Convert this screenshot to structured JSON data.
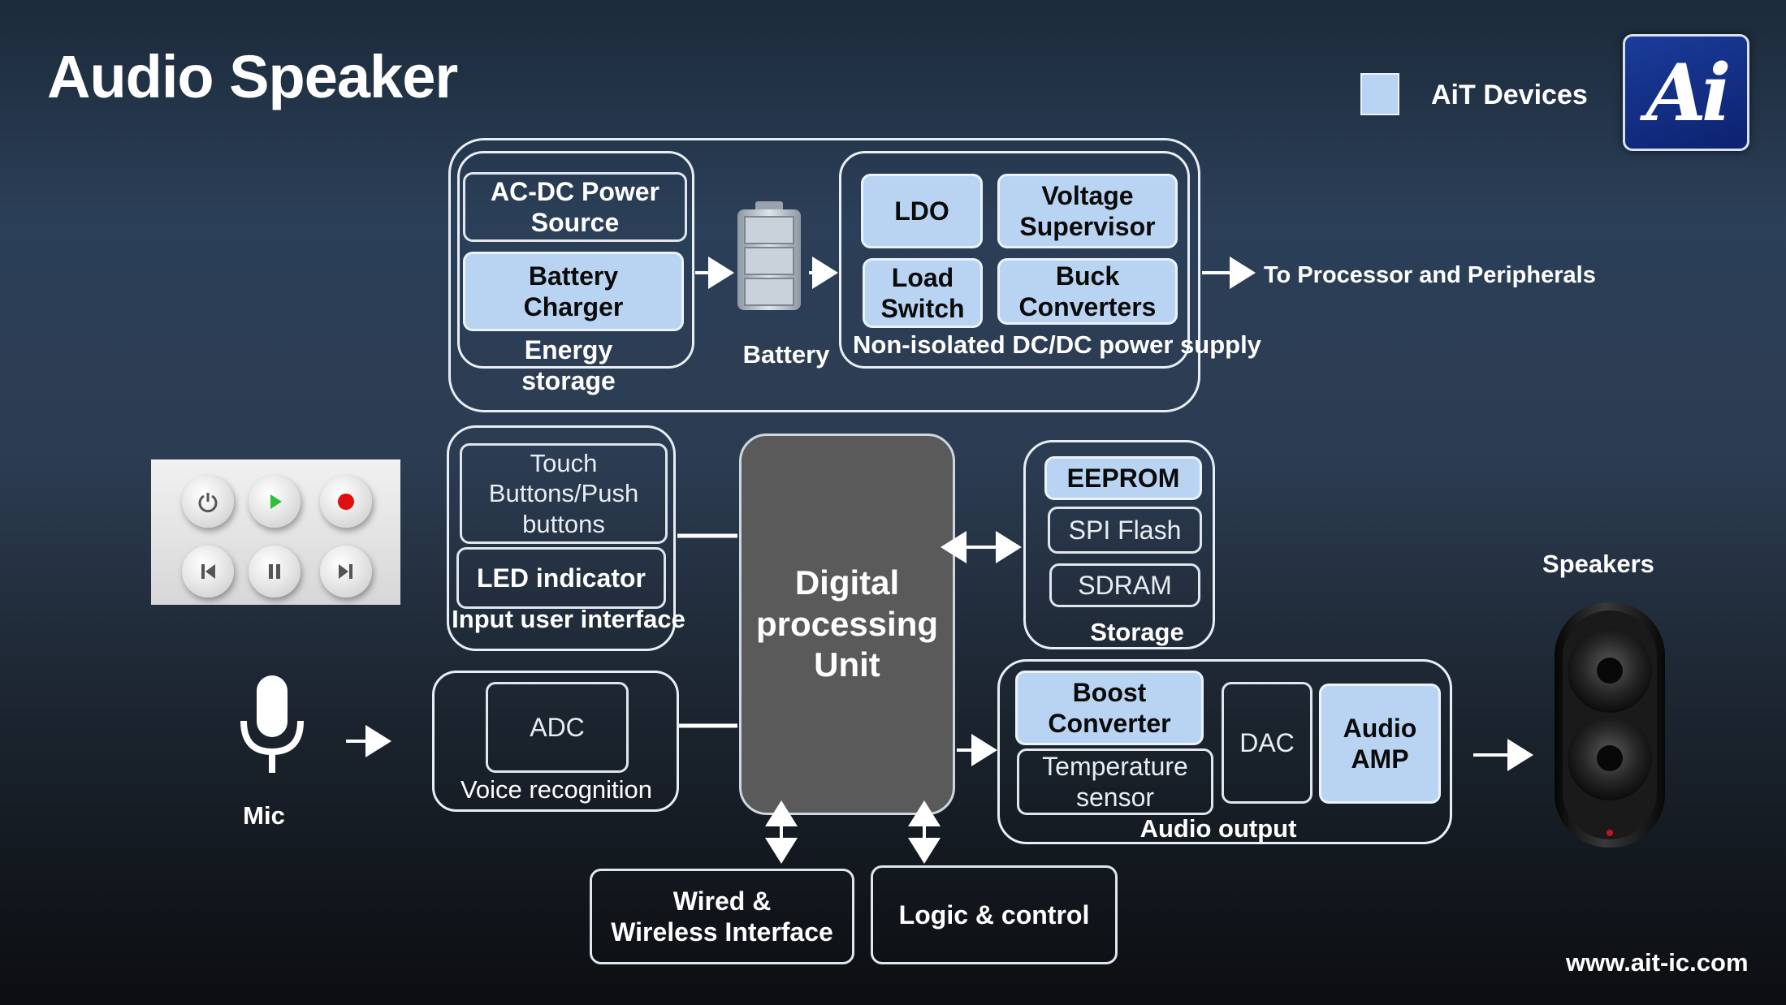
{
  "title": "Audio Speaker",
  "legend": {
    "label": "AiT Devices",
    "color": "#b8d4f2"
  },
  "logo": {
    "text": "Ai"
  },
  "power": {
    "energy_storage": {
      "label": "Energy\nstorage",
      "ac_dc": "AC-DC Power\nSource",
      "charger": "Battery\nCharger"
    },
    "battery_label": "Battery",
    "dcdc": {
      "label": "Non-isolated DC/DC power supply",
      "ldo": "LDO",
      "voltage_supervisor": "Voltage\nSupervisor",
      "load_switch": "Load\nSwitch",
      "buck": "Buck\nConverters"
    },
    "output_label": "To Processor and Peripherals"
  },
  "input_ui": {
    "label": "Input user interface",
    "touch": "Touch\nButtons/Push\nbuttons",
    "led": "LED indicator"
  },
  "dpu_label": "Digital\nprocessing\nUnit",
  "storage": {
    "label": "Storage",
    "eeprom": "EEPROM",
    "spi_flash": "SPI Flash",
    "sdram": "SDRAM"
  },
  "voice": {
    "label": "Voice recognition",
    "adc": "ADC"
  },
  "mic_label": "Mic",
  "audio_output": {
    "label": "Audio output",
    "boost": "Boost\nConverter",
    "temp": "Temperature\nsensor",
    "dac": "DAC",
    "amp": "Audio\nAMP"
  },
  "speakers_label": "Speakers",
  "wired": "Wired &\nWireless Interface",
  "logic": "Logic & control",
  "website": "www.ait-ic.com",
  "icons": [
    "power-icon",
    "play-icon",
    "record-icon",
    "previous-icon",
    "pause-icon",
    "next-icon",
    "microphone-icon",
    "battery-icon",
    "speaker-icon"
  ],
  "colors": {
    "ait_device_block": "#b8d4f2",
    "dpu": "#5a5a5a",
    "play": "#2fbf3a",
    "record": "#e01010"
  }
}
